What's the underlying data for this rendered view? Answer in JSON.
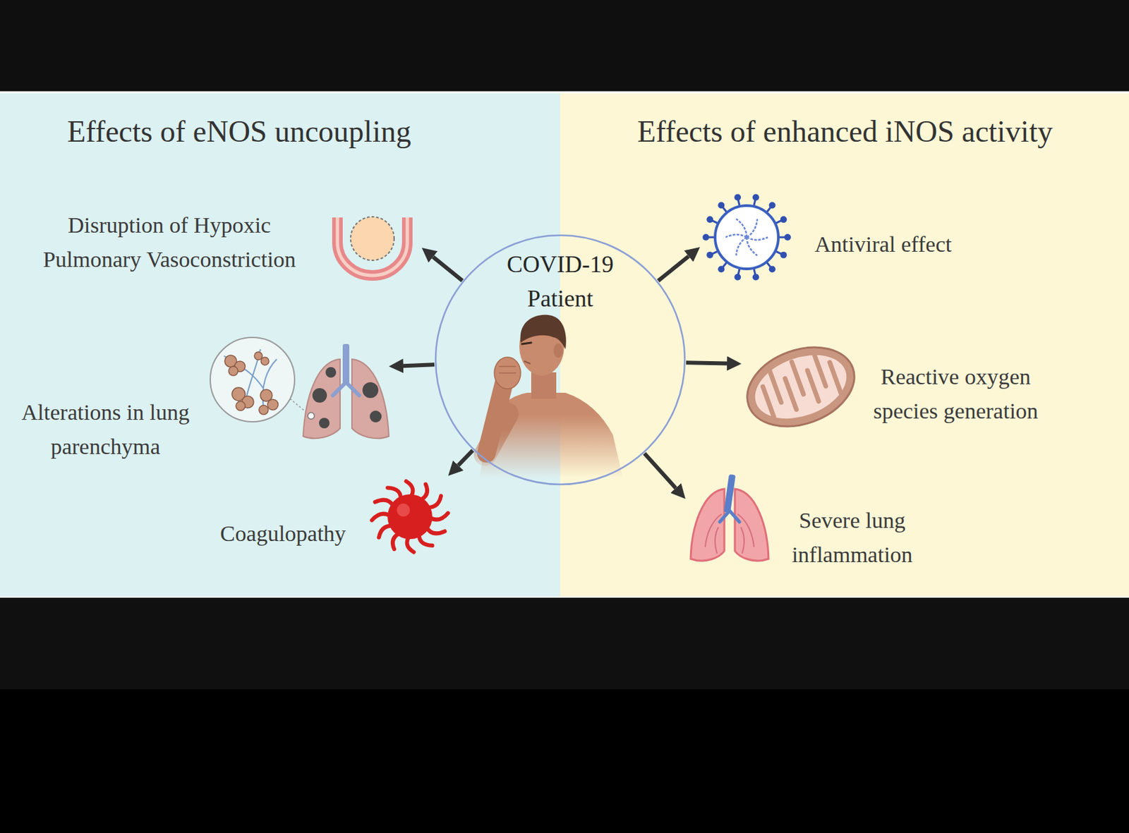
{
  "diagram": {
    "nodes": [
      {
        "text": [
          "Effects of eNOS uncoupling"
        ]
      },
      {
        "text": [
          "Disruption of Hypoxic Pulmonary Vasoconstriction"
        ],
        "in": 0
      },
      {
        "text": [
          "Alterations in lung parenchyma"
        ],
        "in": 0
      },
      {
        "text": [
          "Coagulopathy"
        ],
        "in": 0
      },
      {
        "text": [
          "COVID-19 Patient"
        ]
      },
      {
        "text": [
          "Effects of enhanced iNOS activity"
        ]
      },
      {
        "text": [
          "Antiviral effect"
        ],
        "in": 5
      },
      {
        "text": [
          "Reactive oxygen species generation"
        ],
        "in": 5
      },
      {
        "text": [
          "Severe lung inflammation"
        ],
        "in": 5
      }
    ],
    "edges": [
      {
        "from": 4,
        "to": 1,
        "arrow": "to"
      },
      {
        "from": 4,
        "to": 2,
        "arrow": "to"
      },
      {
        "from": 4,
        "to": 3,
        "arrow": "to"
      },
      {
        "from": 4,
        "to": 6,
        "arrow": "to"
      },
      {
        "from": 4,
        "to": 7,
        "arrow": "to"
      },
      {
        "from": 4,
        "to": 8,
        "arrow": "to"
      }
    ]
  }
}
